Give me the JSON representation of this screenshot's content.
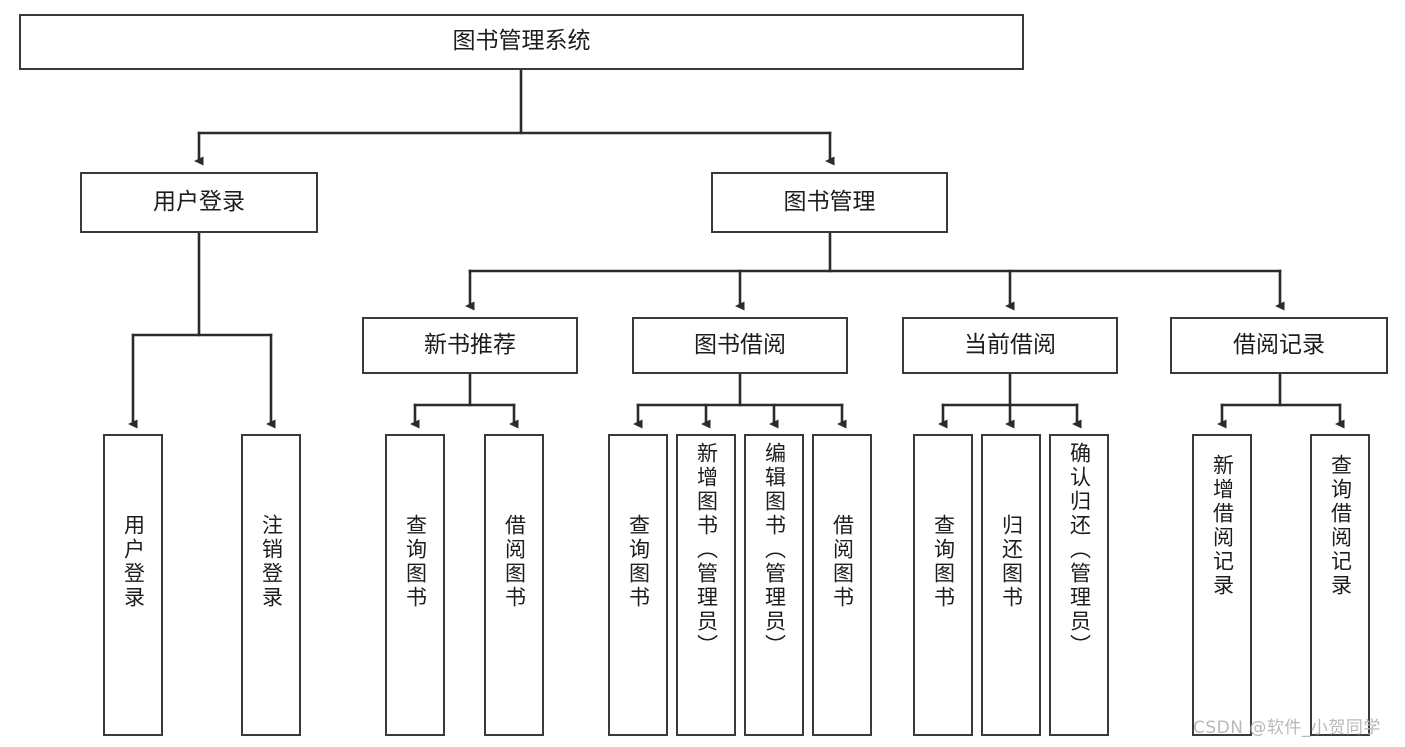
{
  "diagram": {
    "title": "图书管理系统",
    "root": {
      "label": "图书管理系统"
    },
    "level2": [
      {
        "label": "用户登录"
      },
      {
        "label": "图书管理"
      }
    ],
    "level3": [
      {
        "label": "新书推荐"
      },
      {
        "label": "图书借阅"
      },
      {
        "label": "当前借阅"
      },
      {
        "label": "借阅记录"
      }
    ],
    "leaves": {
      "user_login": [
        {
          "label": "用户登录"
        },
        {
          "label": "注销登录"
        }
      ],
      "new_book_recommend": [
        {
          "label": "查询图书"
        },
        {
          "label": "借阅图书"
        }
      ],
      "book_borrow": [
        {
          "label": "查询图书"
        },
        {
          "label": "新增图书（管理员）"
        },
        {
          "label": "编辑图书（管理员）"
        },
        {
          "label": "借阅图书"
        }
      ],
      "current_borrow": [
        {
          "label": "查询图书"
        },
        {
          "label": "归还图书"
        },
        {
          "label": "确认归还（管理员）"
        }
      ],
      "borrow_record": [
        {
          "label": "新增借阅记录"
        },
        {
          "label": "查询借阅记录"
        }
      ]
    }
  },
  "watermark": {
    "text": "CSDN @软件_小贺同学"
  },
  "colors": {
    "box_border": "#3a3a3a",
    "text": "#1d1d1d",
    "background": "#ffffff",
    "edge": "#2b2b2b",
    "watermark": "#b9b9b9"
  }
}
